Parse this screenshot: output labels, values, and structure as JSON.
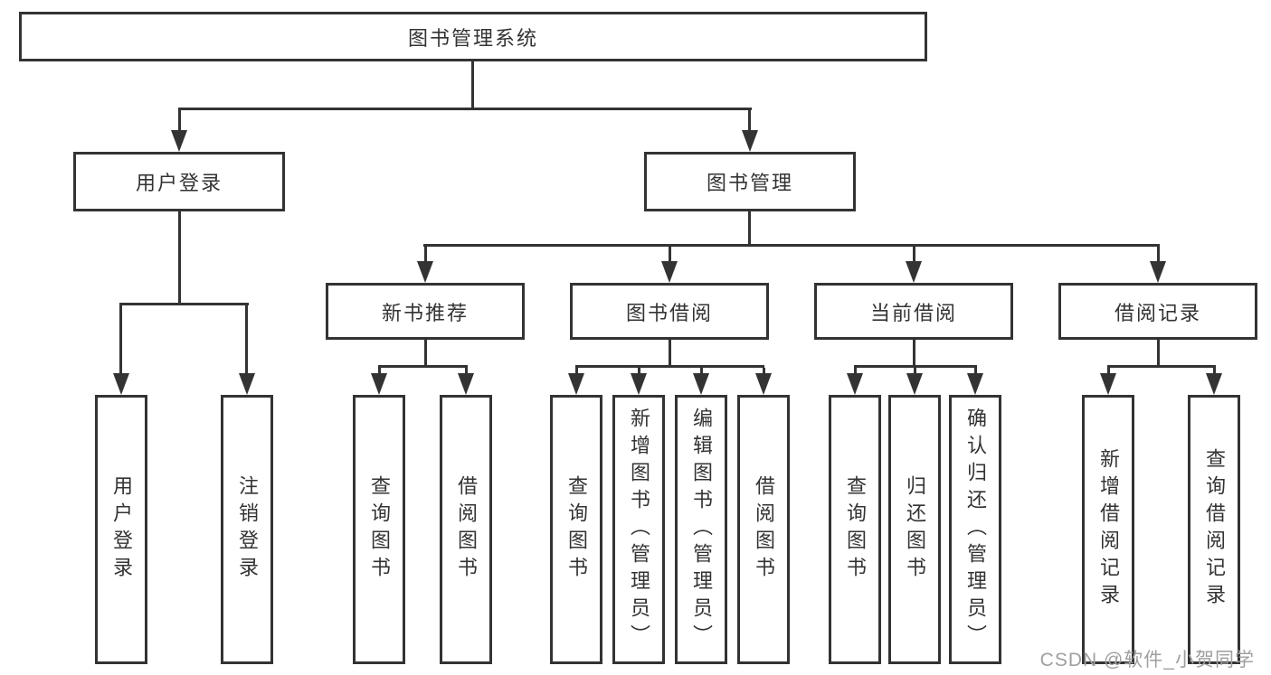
{
  "diagram": {
    "root": {
      "label": "图书管理系统"
    },
    "level2": [
      {
        "label": "用户登录"
      },
      {
        "label": "图书管理"
      }
    ],
    "level3": [
      {
        "label": "新书推荐"
      },
      {
        "label": "图书借阅"
      },
      {
        "label": "当前借阅"
      },
      {
        "label": "借阅记录"
      }
    ],
    "leaves": {
      "user_login": [
        "用户登录",
        "注销登录"
      ],
      "new_books": [
        "查询图书",
        "借阅图书"
      ],
      "book_borrow": [
        "查询图书",
        "新增图书（管理员）",
        "编辑图书（管理员）",
        "借阅图书"
      ],
      "current_borrow": [
        "查询图书",
        "归还图书",
        "确认归还（管理员）"
      ],
      "borrow_records": [
        "新增借阅记录",
        "查询借阅记录"
      ]
    }
  },
  "watermark": {
    "text": "CSDN @软件_小贺同学"
  },
  "colors": {
    "line": "#333333",
    "text": "#333333",
    "background": "#ffffff",
    "watermark": "#9f9f9f"
  }
}
